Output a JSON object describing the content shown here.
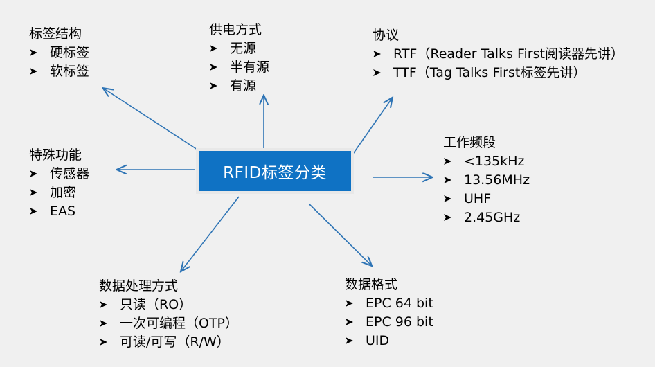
{
  "diagram": {
    "type": "mind-map",
    "background_color": "#f0f0f0",
    "center": {
      "label": "RFID标签分类",
      "fill_color": "#0F72C4",
      "border_color": "#E8E8E8",
      "text_color": "#FFFFFF"
    },
    "arrow_color": "#2E74B5",
    "bullet_glyph": "➢",
    "branches": [
      {
        "id": "structure",
        "title": "标签结构",
        "items": [
          "硬标签",
          "软标签"
        ]
      },
      {
        "id": "power",
        "title": "供电方式",
        "items": [
          "无源",
          "半有源",
          "有源"
        ]
      },
      {
        "id": "protocol",
        "title": "协议",
        "items": [
          "RTF（Reader Talks First阅读器先讲）",
          "TTF（Tag Talks First标签先讲）"
        ]
      },
      {
        "id": "frequency",
        "title": "工作频段",
        "items": [
          "<135kHz",
          "13.56MHz",
          "UHF",
          "2.45GHz"
        ]
      },
      {
        "id": "special",
        "title": "特殊功能",
        "items": [
          "传感器",
          "加密",
          "EAS"
        ]
      },
      {
        "id": "processing",
        "title": "数据处理方式",
        "items": [
          "只读（RO）",
          "一次可编程（OTP）",
          "可读/可写（R/W）"
        ]
      },
      {
        "id": "format",
        "title": "数据格式",
        "items": [
          "EPC 64 bit",
          "EPC 96 bit",
          "UID"
        ]
      }
    ]
  }
}
